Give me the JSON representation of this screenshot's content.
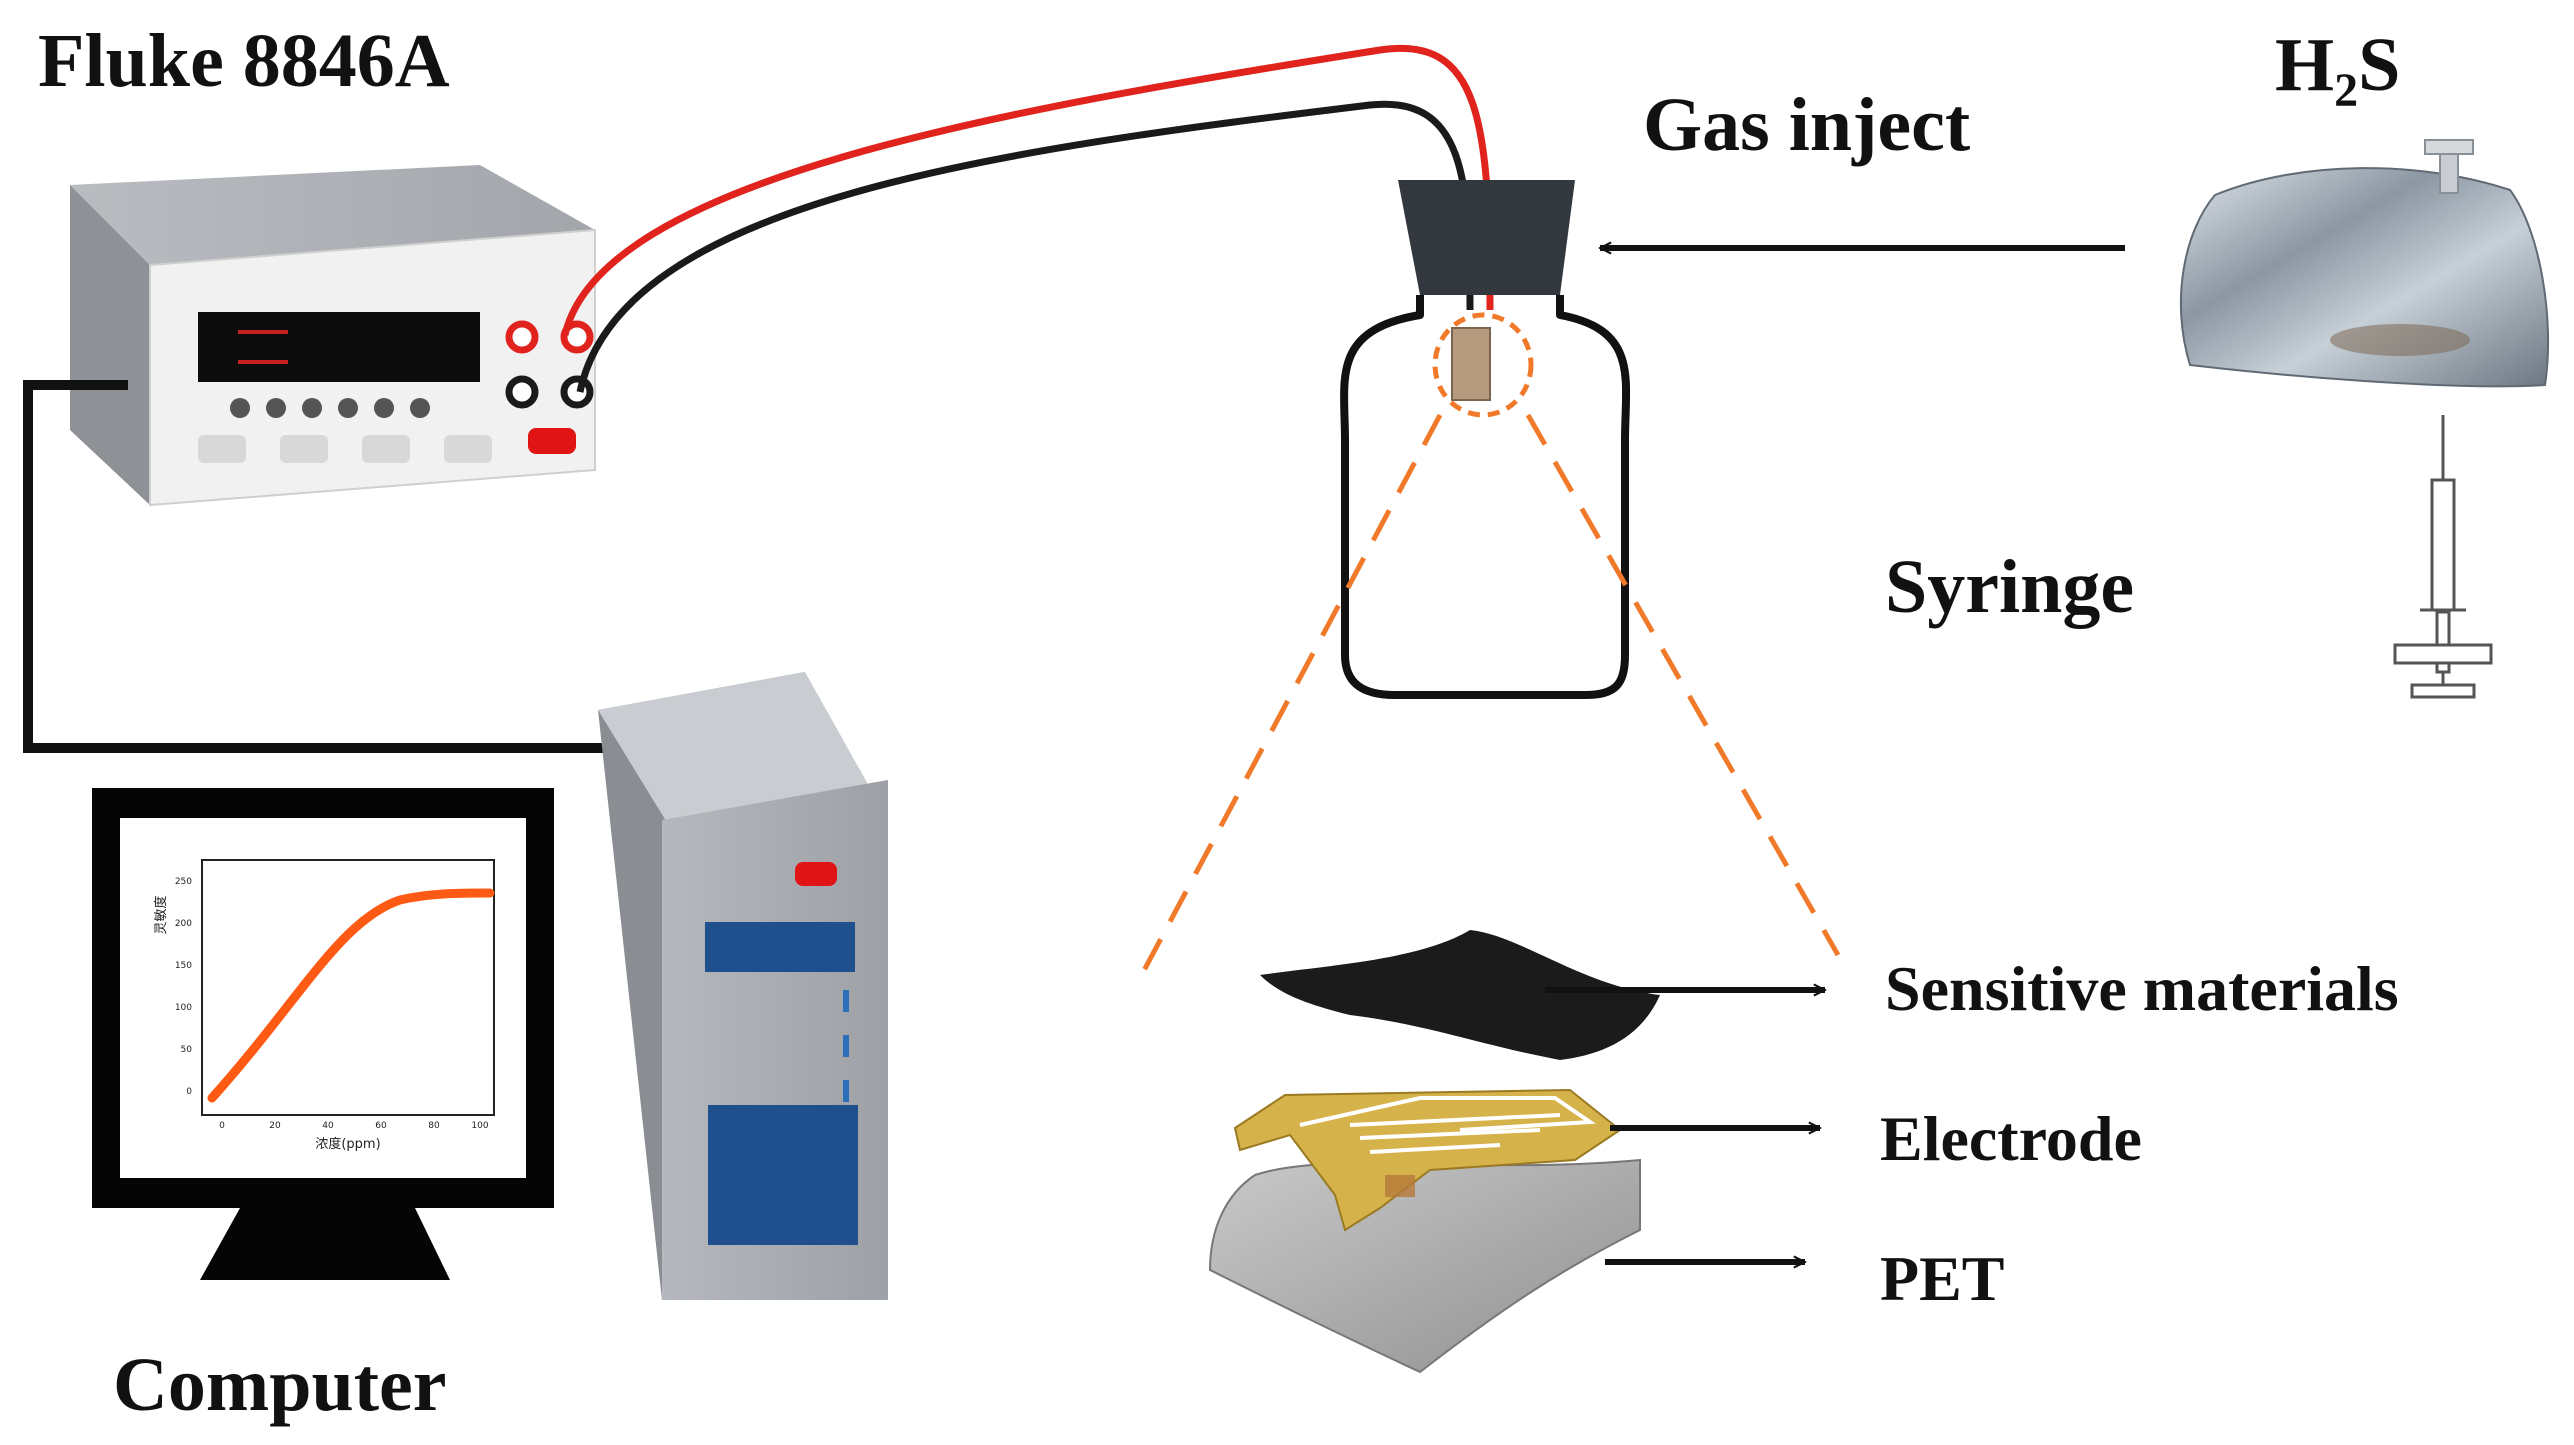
{
  "labels": {
    "multimeter": "Fluke 8846A",
    "gas_inject": "Gas inject",
    "gas_main": "H",
    "gas_sub": "2",
    "gas_tail": "S",
    "syringe": "Syringe",
    "computer": "Computer",
    "layer_sensitive": "Sensitive materials",
    "layer_electrode": "Electrode",
    "layer_pet": "PET"
  },
  "screen_plot": {
    "ylabel": "灵敏度",
    "xlabel": "浓度(ppm)",
    "y_ticks": [
      "250",
      "200",
      "150",
      "100",
      "50",
      "0"
    ],
    "x_ticks": [
      "0",
      "20",
      "40",
      "60",
      "80",
      "100"
    ]
  },
  "colors": {
    "wire_red": "#e0231c",
    "wire_black": "#1a1a1a",
    "dash_orange": "#f07a2a",
    "curve_orange": "#ff5a14",
    "electrode_gold": "#d6b24a"
  }
}
